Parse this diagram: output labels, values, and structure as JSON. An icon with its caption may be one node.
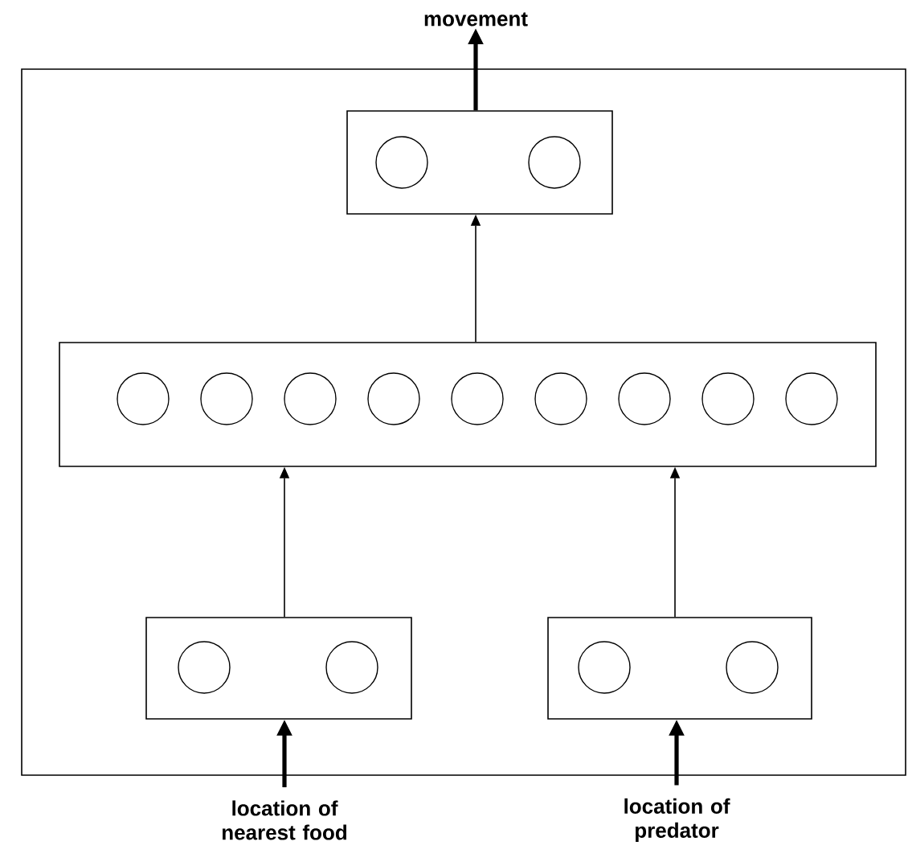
{
  "diagram": {
    "nodes": [
      {
        "text": [
          "movement"
        ]
      },
      {
        "text": [],
        "shape": "box"
      },
      {
        "text": [],
        "shape": "box",
        "in": 1
      },
      {
        "text": [],
        "shape": "circle",
        "in": 2
      },
      {
        "text": [],
        "shape": "circle",
        "in": 2
      },
      {
        "text": [],
        "shape": "box",
        "in": 1
      },
      {
        "text": [],
        "shape": "circle",
        "in": 5
      },
      {
        "text": [],
        "shape": "circle",
        "in": 5
      },
      {
        "text": [],
        "shape": "circle",
        "in": 5
      },
      {
        "text": [],
        "shape": "circle",
        "in": 5
      },
      {
        "text": [],
        "shape": "circle",
        "in": 5
      },
      {
        "text": [],
        "shape": "circle",
        "in": 5
      },
      {
        "text": [],
        "shape": "circle",
        "in": 5
      },
      {
        "text": [],
        "shape": "circle",
        "in": 5
      },
      {
        "text": [],
        "shape": "circle",
        "in": 5
      },
      {
        "text": [],
        "shape": "box",
        "in": 1
      },
      {
        "text": [],
        "shape": "circle",
        "in": 15
      },
      {
        "text": [],
        "shape": "circle",
        "in": 15
      },
      {
        "text": [],
        "shape": "box",
        "in": 1
      },
      {
        "text": [],
        "shape": "circle",
        "in": 18
      },
      {
        "text": [],
        "shape": "circle",
        "in": 18
      },
      {
        "text": [
          "location of nearest food"
        ]
      },
      {
        "text": [
          "location of predator"
        ]
      }
    ],
    "edges": [
      {
        "from": 15,
        "to": 5,
        "arrow": "to"
      },
      {
        "from": 18,
        "to": 5,
        "arrow": "to"
      },
      {
        "from": 5,
        "to": 2,
        "arrow": "to"
      },
      {
        "from": 2,
        "to": 0,
        "arrow": "to",
        "style": "thick"
      },
      {
        "from": 21,
        "to": 15,
        "arrow": "to",
        "style": "thick"
      },
      {
        "from": 22,
        "to": 18,
        "arrow": "to",
        "style": "thick"
      }
    ]
  }
}
